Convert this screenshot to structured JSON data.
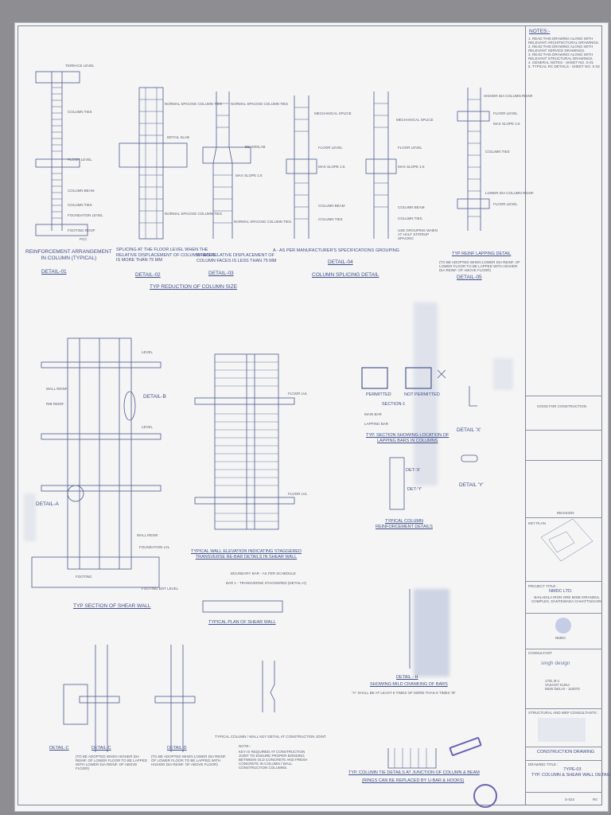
{
  "notes": {
    "heading": "NOTES:-",
    "items": [
      "1. READ THIS DRAWING ALONG WITH RELEVANT ARCHITECTURAL DRAWINGS.",
      "2. READ THIS DRAWING ALONG WITH RELEVANT SERVICE DRAWINGS.",
      "3. READ THIS DRAWING ALONG WITH RELEVANT STRUCTURAL DRAWINGS.",
      "4. GENERAL NOTES - SHEET NO. S-01",
      "5. TYPICAL RC DETAILS - SHEET NO. S-02"
    ]
  },
  "details": {
    "d01": {
      "caption": "REINFORCEMENT ARRANGEMENT\nIN COLUMN (TYPICAL)",
      "tag": "DETAIL-01",
      "labels": [
        "TERRACE LEVEL",
        "COLUMN TIES",
        "FLOOR LEVEL",
        "COLUMN BEAM",
        "COLUMN TIES",
        "FOUNDATION LEVEL",
        "PCC",
        "FOOTING ROOF"
      ]
    },
    "d02": {
      "caption": "SPLICING AT THE FLOOR LEVEL WHEN THE\nRELATIVE DISPLACEMENT OF COLUMN FACES\nIS MORE THAN 75 MM",
      "tag": "DETAIL-02",
      "labels": [
        "NORMAL SPACING COLUMN TIES",
        "DETAIL SLAB",
        "NORMAL SPACING COLUMN TIES"
      ]
    },
    "d03": {
      "caption": "WHEN RELATIVE DISPLACEMENT OF\nCOLUMN FACES IS LESS THAN 75 MM",
      "tag": "DETAIL-03",
      "labels": [
        "NORMAL SPACING COLUMN TIES",
        "BEAM/SLAB",
        "MAX SLOPE 1:6",
        "NORMAL SPACING COLUMN TIES"
      ]
    },
    "d04": {
      "caption": "A - AS PER MANUFACTURER'S SPECIFICATIONS",
      "tag": "DETAIL-04",
      "sub": "COLUMN SPLICING DETAIL",
      "labels": [
        "MECHANICAL SPLICE",
        "FLOOR LEVEL",
        "MAX SLOPE 1:6",
        "COLUMN BEAM",
        "COLUMN TIES"
      ]
    },
    "d04b": {
      "caption": "GROUPING",
      "labels": [
        "MECHANICAL SPLICE",
        "FLOOR LEVEL",
        "MAX SLOPE 1:6",
        "COLUMN BEAM",
        "COLUMN TIES",
        "USE GROUPING WHEN AT HALF STIRRUP SPACING"
      ]
    },
    "d05": {
      "caption": "TYP REINF LAPPING DETAIL",
      "note": "(TO BE ADOPTED WHEN LOWER DIA REINF. OF LOWER FLOOR TO BE LAPPED WITH HIGHER DIA REINF. OF ABOVE FLOOR)",
      "tag": "DETAIL-05",
      "labels": [
        "HIGHER DIA COLUMN REINF.",
        "FLOOR LEVEL",
        "MAX SLOPE 1:6",
        "COLUMN TIES",
        "LOWER DIA COLUMN REINF.",
        "FLOOR LEVEL"
      ]
    },
    "reduction_title": "TYP REDUCTION OF COLUMN SIZE"
  },
  "shear_wall": {
    "section_title": "TYP SECTION OF SHEAR WALL",
    "detail_b": "DETAIL-B",
    "detail_a": "DETAIL-A",
    "labels": [
      "LEVEL",
      "WALL REINF.",
      "RIB REINF.",
      "LEVEL",
      "WALL REINF.",
      "FOUNDATION LVL",
      "FOOTING",
      "FOOTING BOT LEVEL"
    ],
    "elevation_title": "TYPICAL WALL ELEVATION INDICATING STAGGERED\nTRANSVERSE RE-BAR DETAILS IN SHEAR WALL",
    "elev_labels": [
      "FLOOR LVL",
      "FLOOR LVL"
    ],
    "plan_title": "TYPICAL PLAN OF SHEAR WALL",
    "plan_labels": [
      "BOUNDARY BAR - AS PER SCHEDULE",
      "BAR 1 - TRANSVERSE STAGGERED (DETAIL-H)"
    ]
  },
  "section1": {
    "permitted": "PERMITTED",
    "not_permitted": "NOT PERMITTED",
    "section_label": "SECTION-1",
    "legend": [
      "MAIN BAR",
      "LAPPING BAR"
    ],
    "title": "TYP. SECTION SHOWING LOCATION OF\nLAPPING BARS IN COLUMNS",
    "det_x": "DET-'X'",
    "det_y": "DET-'Y'",
    "reinf_title": "TYPICAL COLUMN\nREINFORCEMENT DETAILS",
    "detail_x": "DETAIL 'X'",
    "detail_y": "DETAIL 'Y'"
  },
  "bottom": {
    "detail_c": "DETAIL-C",
    "detail_d": "DETAIL-D",
    "detail_c_note": "(TO BE ADOPTED WHEN HIGHER DIA REINF. OF LOWER FLOOR TO BE LAPPED WITH LOWER DIA REINF. OF ABOVE FLOOR)",
    "detail_d_note": "(TO BE ADOPTED WHEN LOWER DIA REINF. OF LOWER FLOOR TO BE LAPPED WITH HIGHER DIA REINF. OF ABOVE FLOOR)",
    "key_title": "TYPICAL COLUMN / WALL KEY DETAIL AT CONSTRUCTION JOINT",
    "key_note_heading": "NOTE:-",
    "key_note": "KEY IS REQUIRED AT CONSTRUCTION JOINT TO ENSURE PROPER BONDING BETWEEN OLD CONCRETE AND FRESH CONCRETE IN COLUMN / WALL CONSTRUCTION COLUMNS.",
    "detail_h": "DETAIL - H",
    "detail_h_title": "SHOWING MILD CRANKING OF BARS",
    "detail_h_note": "\"A\" SHALL BE AT LEAST 6 TIMES OF MORE THAN 6 TIMES \"B\"",
    "ties_title": "TYP. COLUMN TIE DETAILS AT JUNCTION OF COLUMN & BEAM",
    "ties_sub": "(RINGS CAN BE REPLACED BY U-BAR & HOOKS)"
  },
  "title_block": {
    "good_for_construction": "GOOD FOR CONSTRUCTION",
    "revisions_label": "REVISION",
    "key_plan": "KEY PLAN",
    "project_title_label": "PROJECT TITLE :",
    "client": "NMDC LTD.",
    "project": "BAILADILA IRON ORE MINE KIRANDUL\nCOMPLEX, DANTEWADA CHHATTISGARH",
    "client_logo_text": "NMDC",
    "consultant_label": "CONSULTANT",
    "consultant": "singh design",
    "address": "17/8, B-1\nVASANT KUNJ\nNEW DELHI - 110070",
    "structural_label": "STRUCTURAL AND MEP CONSULTANTS :",
    "status": "CONSTRUCTION DRAWING",
    "drawing_title_label": "DRAWING TITLE :",
    "drawing_title": "TYPE-03\nTYP. COLUMN & SHEAR WALL DETAILS",
    "sheet_no": "S-024",
    "rev": "R0"
  },
  "colors": {
    "ink": "#3e4f8a",
    "paper": "#f5f5f5",
    "stamp": "#6b63b8",
    "smear": "#8fa3cf"
  }
}
